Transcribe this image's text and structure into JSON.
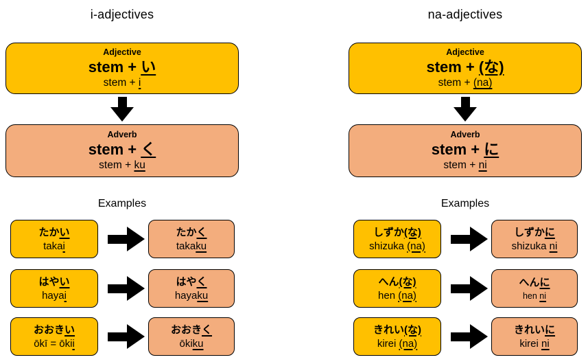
{
  "colors": {
    "adjective_box_fill": "#FFC000",
    "adverb_box_fill": "#F3AD7D",
    "border": "#000000",
    "background": "#FFFFFF",
    "text": "#000000"
  },
  "left": {
    "title": "i-adjectives",
    "adjective_box": {
      "heading": "Adjective",
      "kana_base": "stem + ",
      "kana_suffix": "い",
      "romaji_base": "stem + ",
      "romaji_suffix": "i"
    },
    "adverb_box": {
      "heading": "Adverb",
      "kana_base": "stem + ",
      "kana_suffix": "く",
      "romaji_base": "stem + ",
      "romaji_suffix": "ku"
    },
    "examples_title": "Examples",
    "examples": [
      {
        "from": {
          "kana_base": "たか",
          "kana_suffix": "い",
          "romaji_base": "taka",
          "romaji_suffix": "i"
        },
        "to": {
          "kana_base": "たか",
          "kana_suffix": "く",
          "romaji_base": "taka",
          "romaji_suffix": "ku"
        }
      },
      {
        "from": {
          "kana_base": "はや",
          "kana_suffix": "い",
          "romaji_base": "haya",
          "romaji_suffix": "i"
        },
        "to": {
          "kana_base": "はや",
          "kana_suffix": "く",
          "romaji_base": "haya",
          "romaji_suffix": "ku"
        }
      },
      {
        "from": {
          "kana_base": "おおき",
          "kana_suffix": "い",
          "romaji_base": "ōkī = ōki",
          "romaji_suffix": "i"
        },
        "to": {
          "kana_base": "おおき",
          "kana_suffix": "く",
          "romaji_base": "ōki",
          "romaji_suffix": "ku"
        }
      }
    ]
  },
  "right": {
    "title": "na-adjectives",
    "adjective_box": {
      "heading": "Adjective",
      "kana_base": "stem + ",
      "kana_suffix": "(な)",
      "romaji_base": "stem + ",
      "romaji_suffix": "(na)"
    },
    "adverb_box": {
      "heading": "Adverb",
      "kana_base": "stem + ",
      "kana_suffix": "に",
      "romaji_base": "stem + ",
      "romaji_suffix": "ni"
    },
    "examples_title": "Examples",
    "examples": [
      {
        "from": {
          "kana_base": "しずか",
          "kana_suffix": "(な)",
          "romaji_base": "shizuka ",
          "romaji_suffix": "(na)"
        },
        "to": {
          "kana_base": "しずか",
          "kana_suffix": "に",
          "romaji_base": "shizuka ",
          "romaji_suffix": "ni"
        }
      },
      {
        "from": {
          "kana_base": "へん",
          "kana_suffix": "(な)",
          "romaji_base": "hen ",
          "romaji_suffix": "(na)"
        },
        "to": {
          "kana_base": "へん",
          "kana_suffix": "に",
          "romaji_base": "hen ",
          "romaji_suffix": "ni"
        }
      },
      {
        "from": {
          "kana_base": "きれい",
          "kana_suffix": "(な)",
          "romaji_base": "kirei ",
          "romaji_suffix": "(na)"
        },
        "to": {
          "kana_base": "きれい",
          "kana_suffix": "に",
          "romaji_base": "kirei ",
          "romaji_suffix": "ni"
        }
      }
    ]
  }
}
